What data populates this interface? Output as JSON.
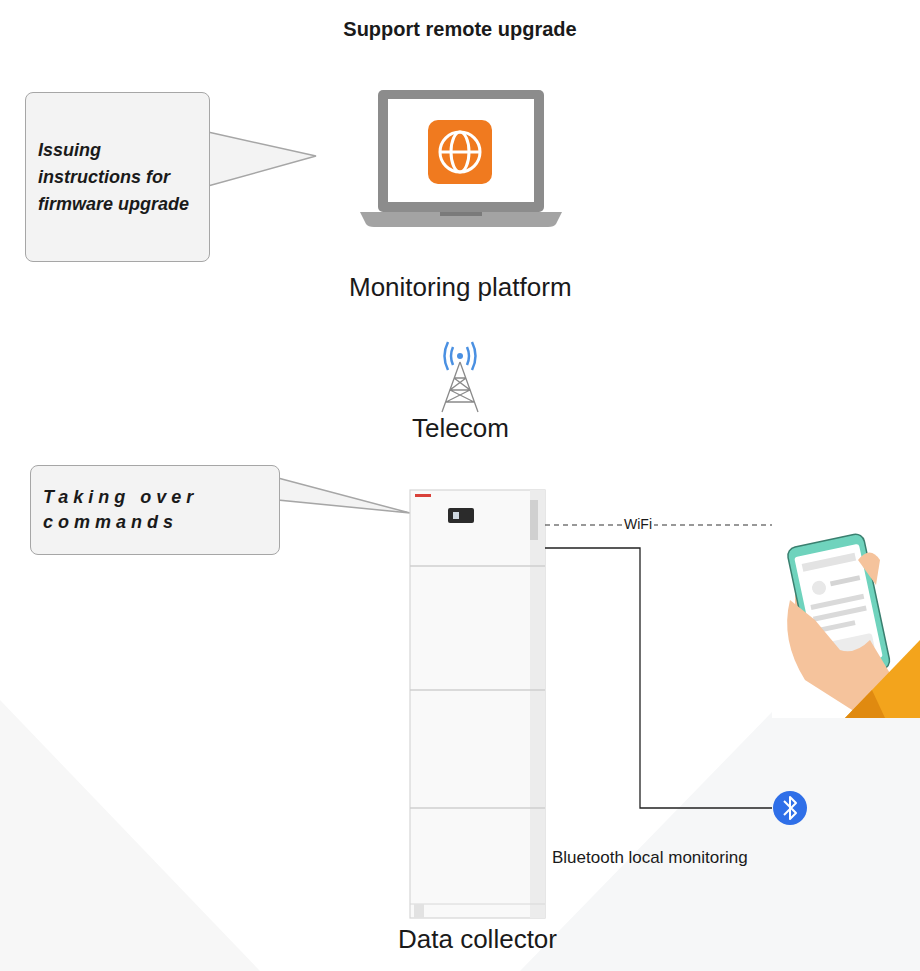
{
  "diagram": {
    "title": "Support remote upgrade",
    "nodes": [
      {
        "text": [
          "Issuing instructions for firmware upgrade"
        ]
      },
      {
        "text": [
          "Monitoring platform"
        ]
      },
      {
        "text": [
          "Telecom"
        ]
      },
      {
        "text": [
          "Taking over commands"
        ]
      },
      {
        "text": [
          "Data collector"
        ]
      },
      {
        "text": [
          "Bluetooth local monitoring"
        ]
      }
    ],
    "edges": [
      {
        "from": 4,
        "to": 5,
        "arrow": "none"
      }
    ],
    "labels": [
      "WiFi"
    ]
  }
}
